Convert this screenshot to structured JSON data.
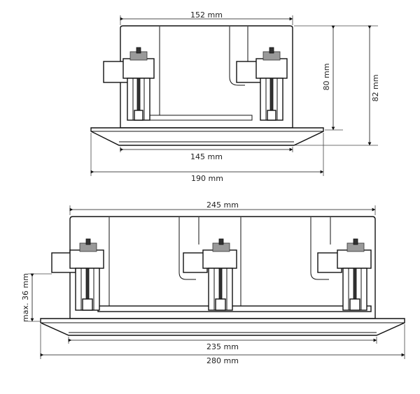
{
  "top_view": {
    "dim_top_width": "152 mm",
    "dim_inner_width": "145 mm",
    "dim_outer_width": "190 mm",
    "dim_height_body": "80 mm",
    "dim_height_total": "82 mm"
  },
  "bottom_view": {
    "dim_top_width": "245 mm",
    "dim_inner_width": "235 mm",
    "dim_outer_width": "280 mm",
    "dim_depth": "max. 36 mm"
  }
}
